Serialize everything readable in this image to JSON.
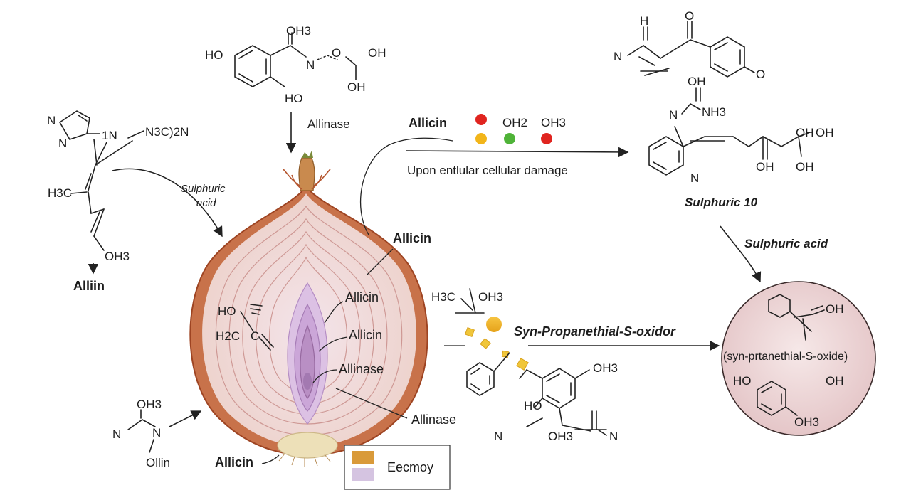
{
  "labels": {
    "alliin": "Alliin",
    "sulphuric_acid_curve": [
      "Sulphuric",
      "acid"
    ],
    "allinase_top": "Allinase",
    "allicin_top": "Allicin",
    "cellular_damage": "Upon entlular cellular damage",
    "sulphuric_10": "Sulphuric 10",
    "sulphuric_acid_right": "Sulphuric acid",
    "syn_propanethial": "Syn-Propanethial-S-oxidor",
    "circle_name": "(syn-prtanethial-S-oxide)",
    "onion_callouts": [
      "Allicin",
      "Allicin",
      "Allicin",
      "Allinase",
      "Allinase"
    ],
    "allicin_bottom": "Allicin",
    "ollin": "Ollin"
  },
  "formulas": {
    "top_center": [
      "OH3",
      "HO",
      "N",
      "O",
      "OH",
      "OH",
      "HO"
    ],
    "left": [
      "N",
      "N",
      "1N",
      "N3C)2N",
      "H3C",
      "OH3"
    ],
    "reagent_oh2": "OH2",
    "reagent_oh3": "OH3",
    "top_right": [
      "H",
      "N",
      "O",
      "O"
    ],
    "right_mid": [
      "OH",
      "N",
      "NH3",
      "N",
      "OH",
      "OH",
      "OH",
      "OH"
    ],
    "onion_inner": [
      "HO",
      "H2C",
      "C"
    ],
    "bottom_left": [
      "OH3",
      "N",
      "N"
    ],
    "center_bottom": [
      "H3C",
      "OH3",
      "OH3",
      "N",
      "HO",
      "N",
      "OH3"
    ],
    "circle": [
      "OH",
      "HO",
      "OH",
      "OH3"
    ]
  },
  "legend": {
    "label": "Eecmoy"
  },
  "colors": {
    "onion_skin": "#b5562f",
    "onion_flesh": "#f1dcd7",
    "onion_core": "#b98fc4",
    "legend_orange": "#d99a3a",
    "legend_purple": "#d5c4e1",
    "dot_red": "#e0241f",
    "dot_yellow": "#f2b51a",
    "dot_green": "#4fb338",
    "circle_fill": "#ead2d3"
  }
}
